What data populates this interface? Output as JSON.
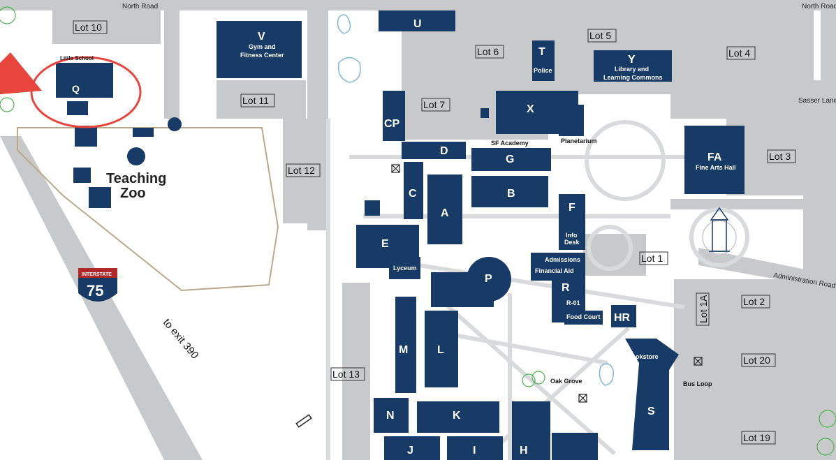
{
  "map": {
    "colors": {
      "building": "#173a66",
      "road": "#c8c9cb",
      "lot": "#c8c9cb",
      "walkway": "#d9dadb",
      "zoo_outline": "#b8a98c",
      "annotation": "#e8453c",
      "tree": "#4caf50",
      "highway_blue": "#173a66",
      "highway_red": "#b0282a"
    },
    "roads": {
      "north_road_left": "North Road",
      "north_road_right": "North Road",
      "sasser": "Sasser Lane",
      "admin": "Administration Road",
      "exit": "to exit 390"
    },
    "lots": {
      "lot10": "Lot 10",
      "lot11": "Lot 11",
      "lot12": "Lot 12",
      "lot13": "Lot 13",
      "lot7": "Lot 7",
      "lot6": "Lot 6",
      "lot5": "Lot 5",
      "lot4": "Lot 4",
      "lot3": "Lot 3",
      "lot1": "Lot 1",
      "lot2": "Lot 2",
      "lot1a": "Lot 1A",
      "lot20": "Lot 20",
      "lot19": "Lot 19"
    },
    "buildings": {
      "v": "V",
      "v_sub1": "Gym and",
      "v_sub2": "Fitness Center",
      "u": "U",
      "t": "T",
      "t_sub": "Police",
      "y": "Y",
      "y_sub1": "Library and",
      "y_sub2": "Learning Commons",
      "x": "X",
      "cp": "CP",
      "d": "D",
      "g": "G",
      "g_label": "SF Academy",
      "planetarium": "Planetarium",
      "fa": "FA",
      "fa_sub": "Fine Arts Hall",
      "c": "C",
      "a": "A",
      "b": "B",
      "f": "F",
      "info1": "Info",
      "info2": "Desk",
      "e": "E",
      "lyceum": "Lyceum",
      "p": "P",
      "r_admissions": "Admissions",
      "r_fin": "Financial Aid",
      "r": "R",
      "r01": "R-01",
      "food": "Food Court",
      "hr": "HR",
      "bookstore": "Bookstore",
      "s": "S",
      "m": "M",
      "l": "L",
      "n": "N",
      "k": "K",
      "j": "J",
      "i": "I",
      "h": "H",
      "q": "Q",
      "little_school": "Little School"
    },
    "places": {
      "zoo1": "Teaching",
      "zoo2": "Zoo",
      "oak_grove": "Oak Grove",
      "bus_loop": "Bus Loop"
    },
    "highway": {
      "top": "INTERSTATE",
      "number": "75"
    }
  }
}
